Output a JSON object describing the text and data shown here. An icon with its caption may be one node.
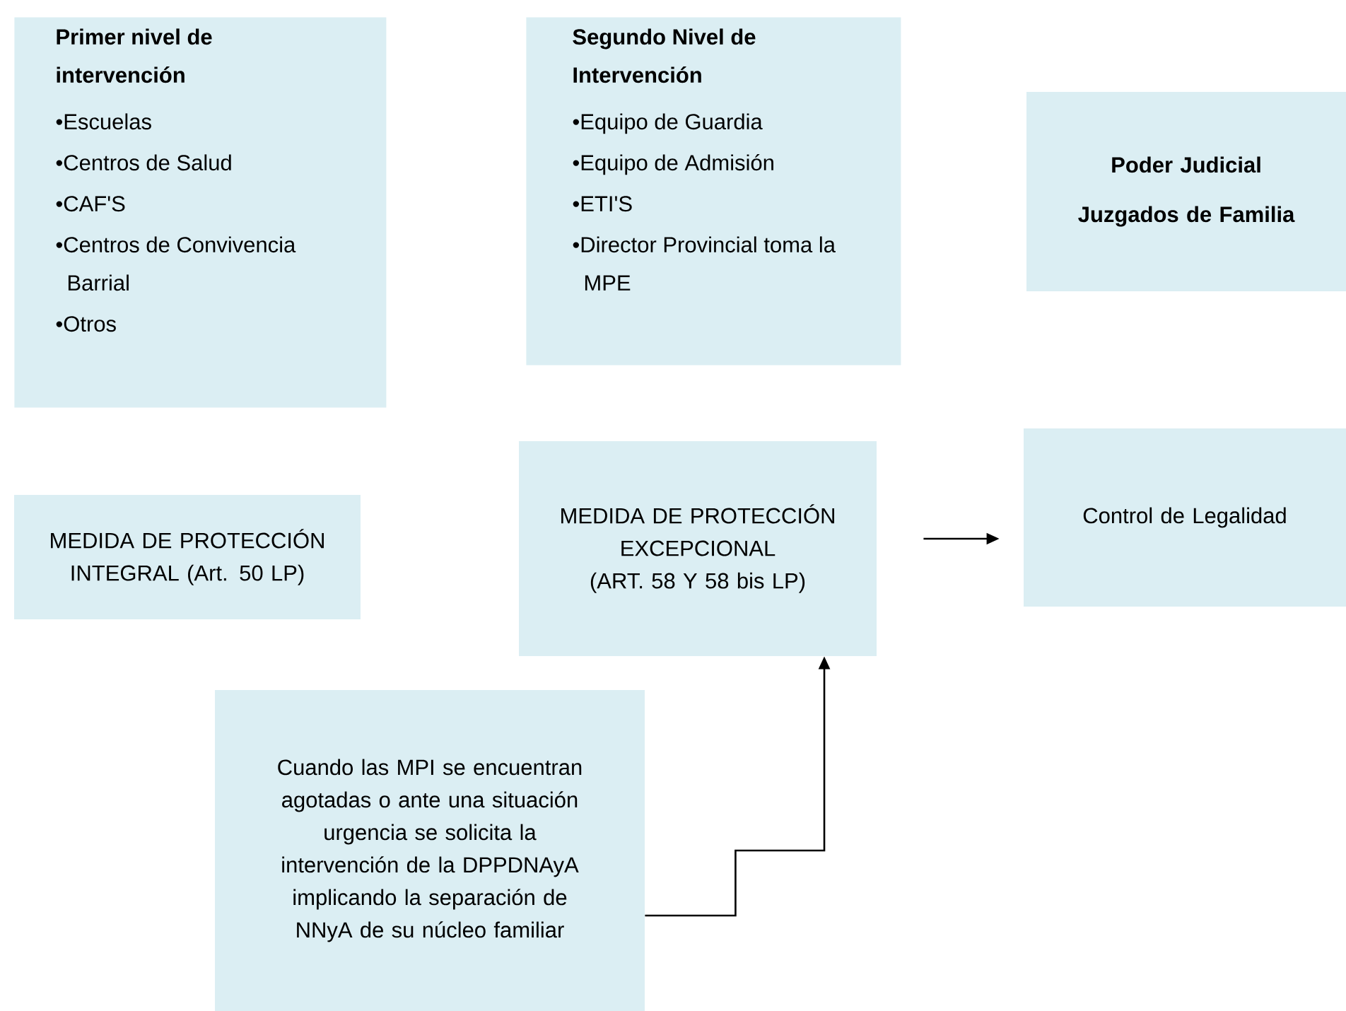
{
  "diagram": {
    "nodes": [
      {
        "text": [
          "Primer nivel de intervención",
          "•Escuelas",
          "•Centros de Salud",
          "•CAF'S",
          "•Centros de Convivencia Barrial",
          "•Otros"
        ]
      },
      {
        "text": [
          "Segundo Nivel de Intervención",
          "•Equipo de  Guardia",
          "•Equipo de  Admisión",
          "•ETI'S",
          "•Director Provincial toma la MPE"
        ]
      },
      {
        "text": [
          "Poder Judicial",
          "Juzgados de Familia"
        ]
      },
      {
        "text": [
          "MEDIDA DE PROTECCIÓN INTEGRAL  (Art. 50 LP)"
        ]
      },
      {
        "text": [
          "MEDIDA DE PROTECCIÓN EXCEPCIONAL  (ART. 58 Y 58 bis LP)"
        ]
      },
      {
        "text": [
          "Control de Legalidad"
        ]
      },
      {
        "text": [
          "Cuando las MPI se encuentran agotadas o ante una situación urgencia se solicita la intervención de la DPPDNAyA implicando la separación de NNyA de su núcleo familiar"
        ]
      }
    ],
    "edges": [
      {
        "from": 4,
        "to": 5,
        "arrow": "to"
      },
      {
        "from": 6,
        "to": 4,
        "arrow": "to"
      }
    ]
  }
}
